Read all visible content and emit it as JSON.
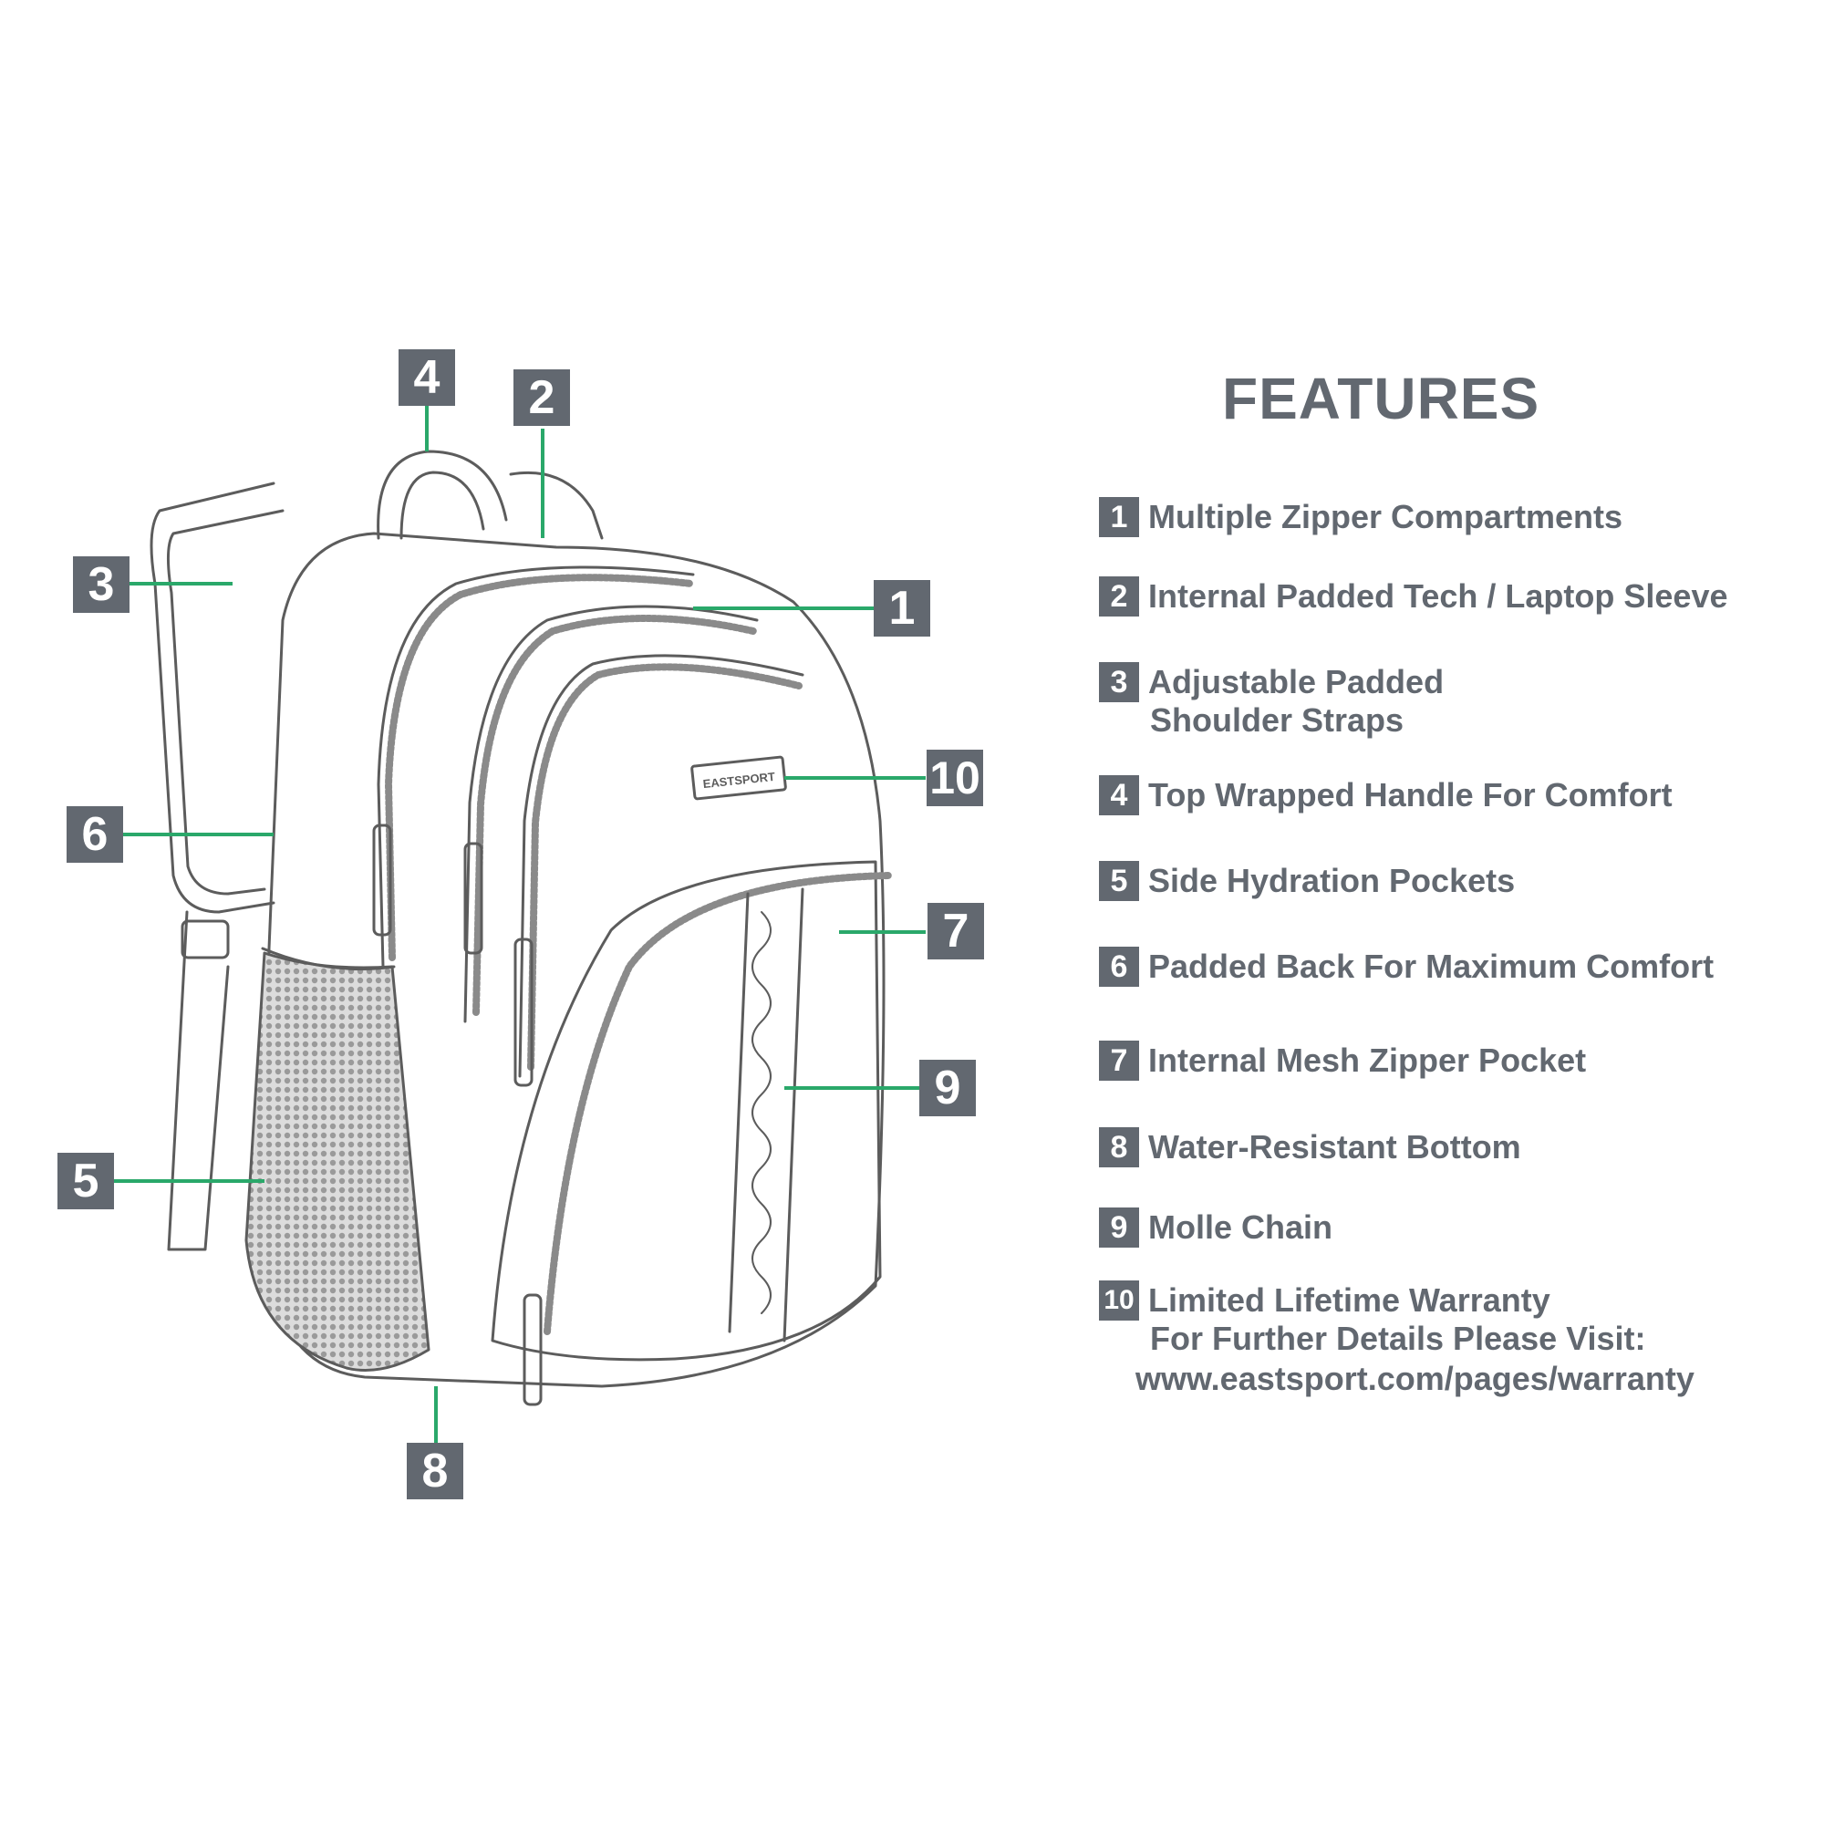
{
  "title": "FEATURES",
  "logo_text": "EASTSPORT",
  "colors": {
    "label_box": "#626870",
    "leader_line": "#2aa86a",
    "outline": "#5c5c5c",
    "text": "#626870"
  },
  "callouts": [
    "1",
    "2",
    "3",
    "4",
    "5",
    "6",
    "7",
    "8",
    "9",
    "10"
  ],
  "features": [
    {
      "num": "1",
      "text": "Multiple Zipper Compartments"
    },
    {
      "num": "2",
      "text": "Internal Padded Tech / Laptop Sleeve"
    },
    {
      "num": "3",
      "text": "Adjustable Padded",
      "text2": "Shoulder Straps"
    },
    {
      "num": "4",
      "text": "Top Wrapped Handle For Comfort"
    },
    {
      "num": "5",
      "text": "Side Hydration Pockets"
    },
    {
      "num": "6",
      "text": "Padded Back For Maximum Comfort"
    },
    {
      "num": "7",
      "text": "Internal Mesh Zipper Pocket"
    },
    {
      "num": "8",
      "text": "Water-Resistant Bottom"
    },
    {
      "num": "9",
      "text": "Molle Chain"
    },
    {
      "num": "10",
      "text": "Limited Lifetime Warranty",
      "text2": "For Further Details Please Visit:",
      "text3": "www.eastsport.com/pages/warranty"
    }
  ]
}
